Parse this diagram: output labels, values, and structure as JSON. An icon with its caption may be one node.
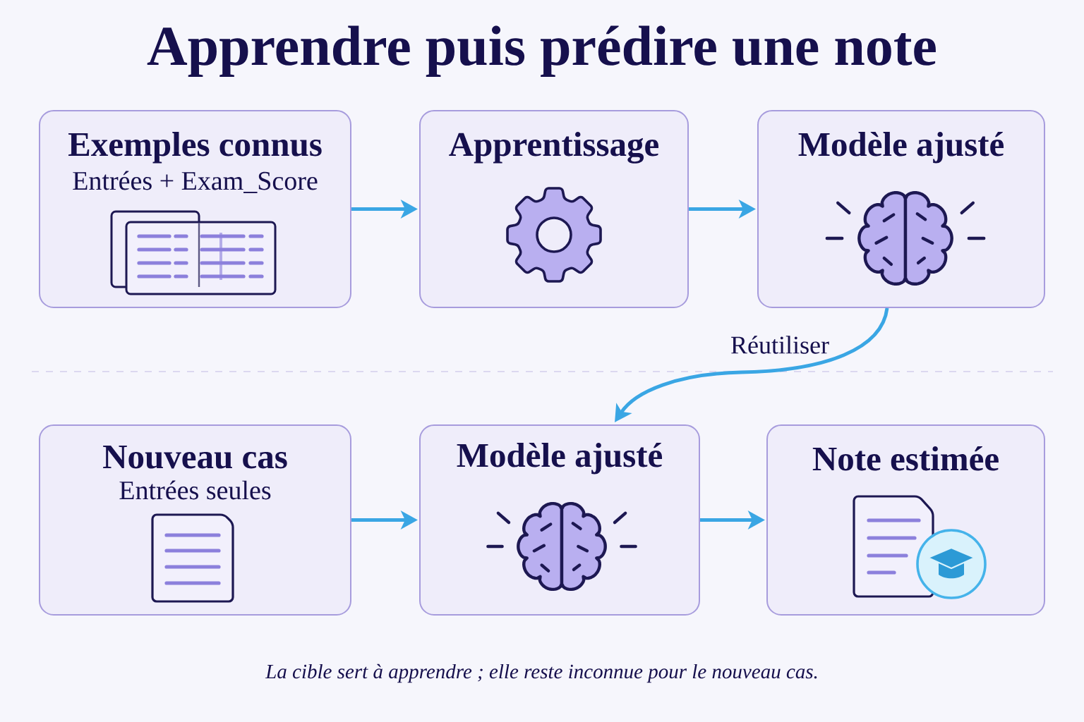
{
  "diagram": {
    "title": "Apprendre puis prédire une note",
    "caption": "La cible sert à apprendre ; elle reste inconnue pour le nouveau cas.",
    "nodes": [
      {
        "text": [
          "Exemples connus",
          "Entrées + Exam_Score"
        ]
      },
      {
        "text": [
          "Apprentissage"
        ]
      },
      {
        "text": [
          "Modèle ajusté"
        ]
      },
      {
        "text": [
          "Nouveau cas",
          "Entrées seules"
        ]
      },
      {
        "text": [
          "Modèle ajusté"
        ]
      },
      {
        "text": [
          "Note estimée"
        ]
      }
    ],
    "edges": [
      {
        "from": 0,
        "to": 1,
        "arrow": "to"
      },
      {
        "from": 1,
        "to": 2,
        "arrow": "to"
      },
      {
        "from": 2,
        "to": 4,
        "arrow": "to",
        "label": "Réutiliser"
      },
      {
        "from": 3,
        "to": 4,
        "arrow": "to"
      },
      {
        "from": 4,
        "to": 5,
        "arrow": "to"
      }
    ]
  }
}
